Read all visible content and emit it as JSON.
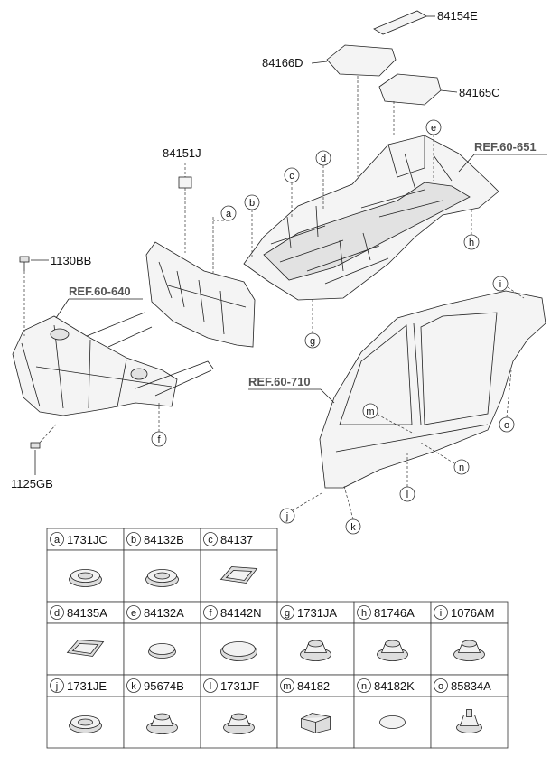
{
  "callouts": {
    "p84154E": "84154E",
    "p84166D": "84166D",
    "p84165C": "84165C",
    "p84151J": "84151J",
    "p1130BB": "1130BB",
    "p1125GB": "1125GB",
    "ref640": "REF.60-640",
    "ref651": "REF.60-651",
    "ref710": "REF.60-710"
  },
  "letters": {
    "a": "a",
    "b": "b",
    "c": "c",
    "d": "d",
    "e": "e",
    "f": "f",
    "g": "g",
    "h": "h",
    "i": "i",
    "j": "j",
    "k": "k",
    "l": "l",
    "m": "m",
    "n": "n",
    "o": "o"
  },
  "legend": [
    {
      "letter": "a",
      "part": "1731JC"
    },
    {
      "letter": "b",
      "part": "84132B"
    },
    {
      "letter": "c",
      "part": "84137"
    },
    {
      "letter": "d",
      "part": "84135A"
    },
    {
      "letter": "e",
      "part": "84132A"
    },
    {
      "letter": "f",
      "part": "84142N"
    },
    {
      "letter": "g",
      "part": "1731JA"
    },
    {
      "letter": "h",
      "part": "81746A"
    },
    {
      "letter": "i",
      "part": "1076AM"
    },
    {
      "letter": "j",
      "part": "1731JE"
    },
    {
      "letter": "k",
      "part": "95674B"
    },
    {
      "letter": "l",
      "part": "1731JF"
    },
    {
      "letter": "m",
      "part": "84182"
    },
    {
      "letter": "n",
      "part": "84182K"
    },
    {
      "letter": "o",
      "part": "85834A"
    }
  ]
}
